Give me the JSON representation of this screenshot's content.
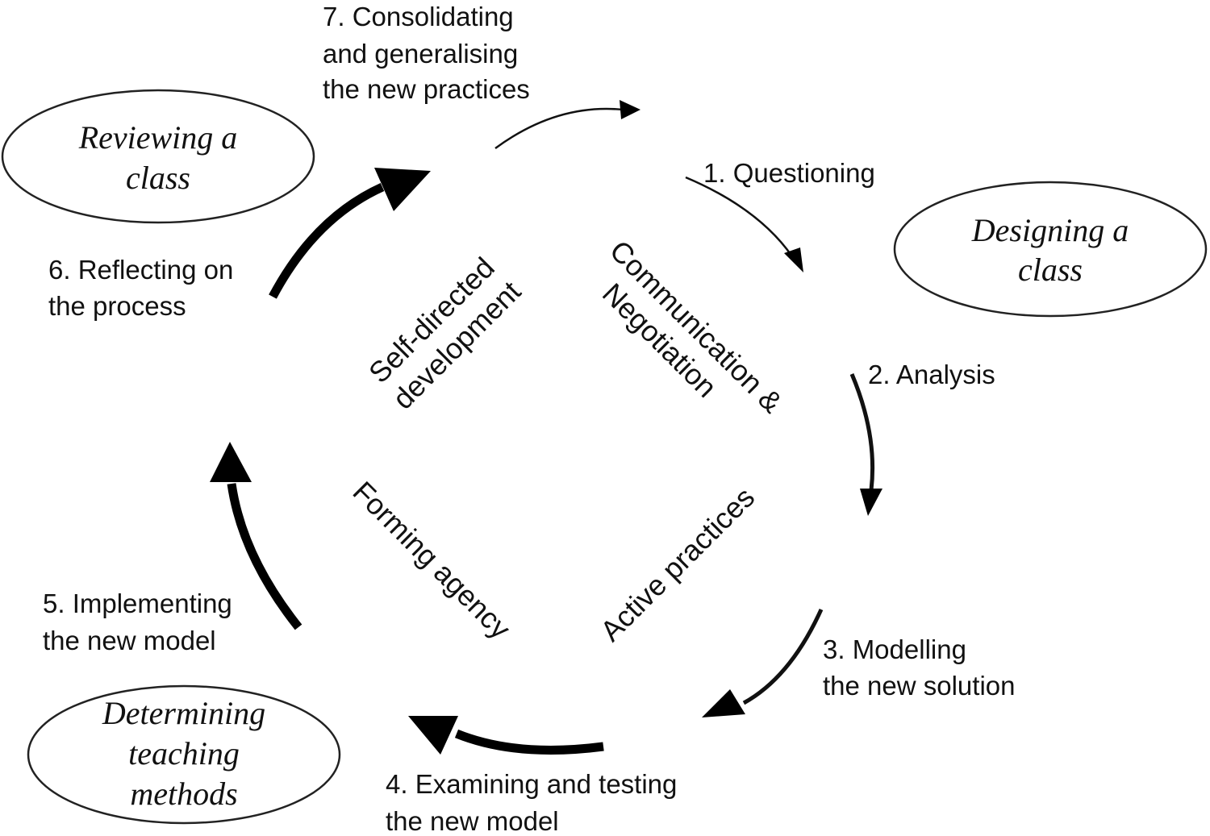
{
  "stages": [
    {
      "id": "reviewing",
      "lines": [
        "Reviewing a",
        "class"
      ]
    },
    {
      "id": "designing",
      "lines": [
        "Designing a",
        "class"
      ]
    },
    {
      "id": "determining",
      "lines": [
        "Determining",
        "teaching",
        "methods"
      ]
    }
  ],
  "steps": [
    {
      "number": 1,
      "lines": [
        "1. Questioning"
      ]
    },
    {
      "number": 2,
      "lines": [
        "2. Analysis"
      ]
    },
    {
      "number": 3,
      "lines": [
        "3. Modelling",
        "the new solution"
      ]
    },
    {
      "number": 4,
      "lines": [
        "4. Examining and testing",
        "the new model"
      ]
    },
    {
      "number": 5,
      "lines": [
        "5. Implementing",
        "the new model"
      ]
    },
    {
      "number": 6,
      "lines": [
        "6. Reflecting on",
        "the process"
      ]
    },
    {
      "number": 7,
      "lines": [
        "7. Consolidating",
        "and generalising",
        "the new practices"
      ]
    }
  ],
  "core_concepts": [
    {
      "id": "self-directed",
      "lines": [
        "Self-directed",
        "development"
      ]
    },
    {
      "id": "communication",
      "lines": [
        "Communication &",
        "Negotiation"
      ]
    },
    {
      "id": "forming-agency",
      "lines": [
        "Forming agency"
      ]
    },
    {
      "id": "active-practices",
      "lines": [
        "Active practices"
      ]
    }
  ],
  "colors": {
    "ink": "#111111",
    "background": "#ffffff"
  }
}
